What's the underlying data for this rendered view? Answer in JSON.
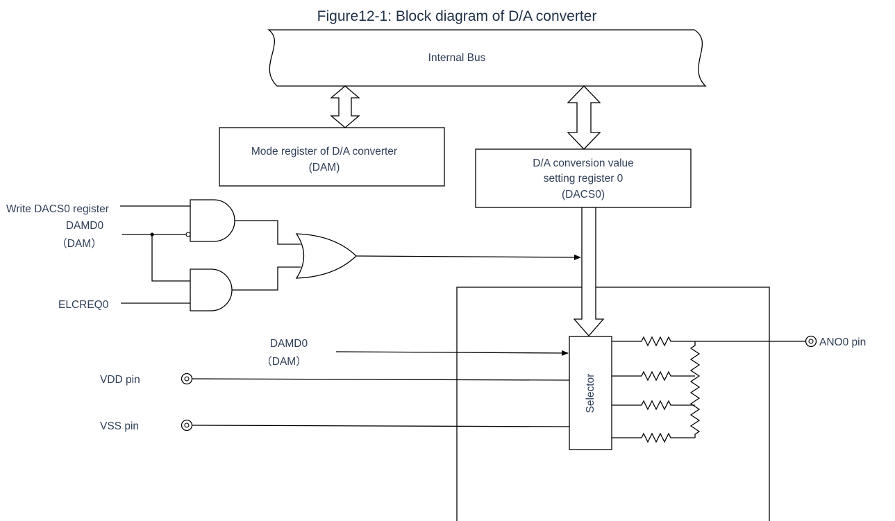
{
  "title": "Figure12-1: Block diagram of D/A converter",
  "bus": {
    "label": "Internal Bus"
  },
  "mode_register": {
    "line1": "Mode register of D/A converter",
    "line2": "(DAM)"
  },
  "dacs_register": {
    "line1": "D/A conversion value",
    "line2": "setting register 0",
    "line3": "(DACS0)"
  },
  "inputs": {
    "write_dacs0": "Write DACS0 register",
    "damd0_top": "DAMD0",
    "dam_top": "（DAM）",
    "elcreq0": "ELCREQ0",
    "damd0_mid": "DAMD0",
    "dam_mid": "（DAM）"
  },
  "pins": {
    "vdd": "VDD pin",
    "vss": "VSS pin",
    "ano0": "ANO0 pin"
  },
  "selector": {
    "label": "Selector"
  },
  "colors": {
    "text": "#2f3f57",
    "line": "#000000"
  }
}
